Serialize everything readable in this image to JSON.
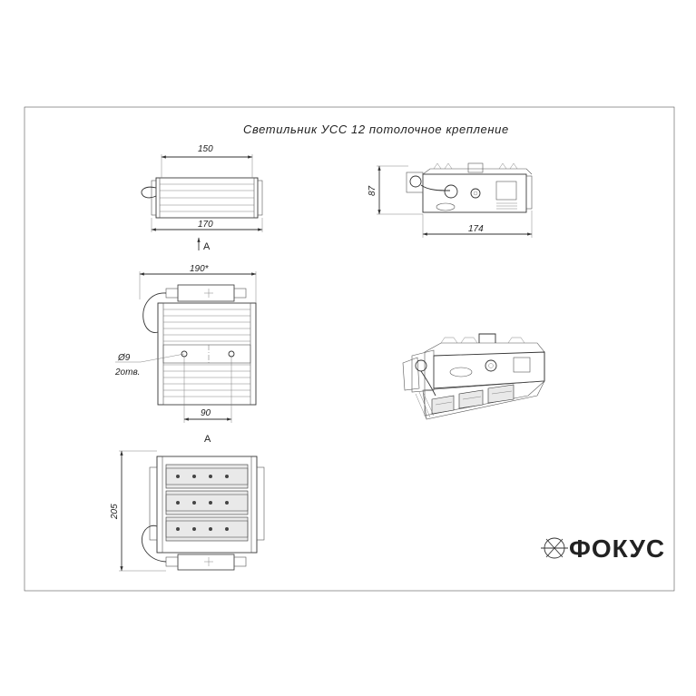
{
  "title": "Светильник  УСС  12  потолочное  крепление",
  "dimensions": {
    "top_width": "150",
    "top_overall": "170",
    "plan_overall": "190*",
    "hole_diameter": "Ø9",
    "hole_count": "2отв.",
    "hole_spacing": "90",
    "height_side": "87",
    "length_side": "174",
    "front_height": "205"
  },
  "views": {
    "arrow_label": "A",
    "view_label": "A"
  },
  "brand": {
    "name": "ФОКУС"
  },
  "colors": {
    "line": "#333333",
    "background": "#ffffff"
  }
}
